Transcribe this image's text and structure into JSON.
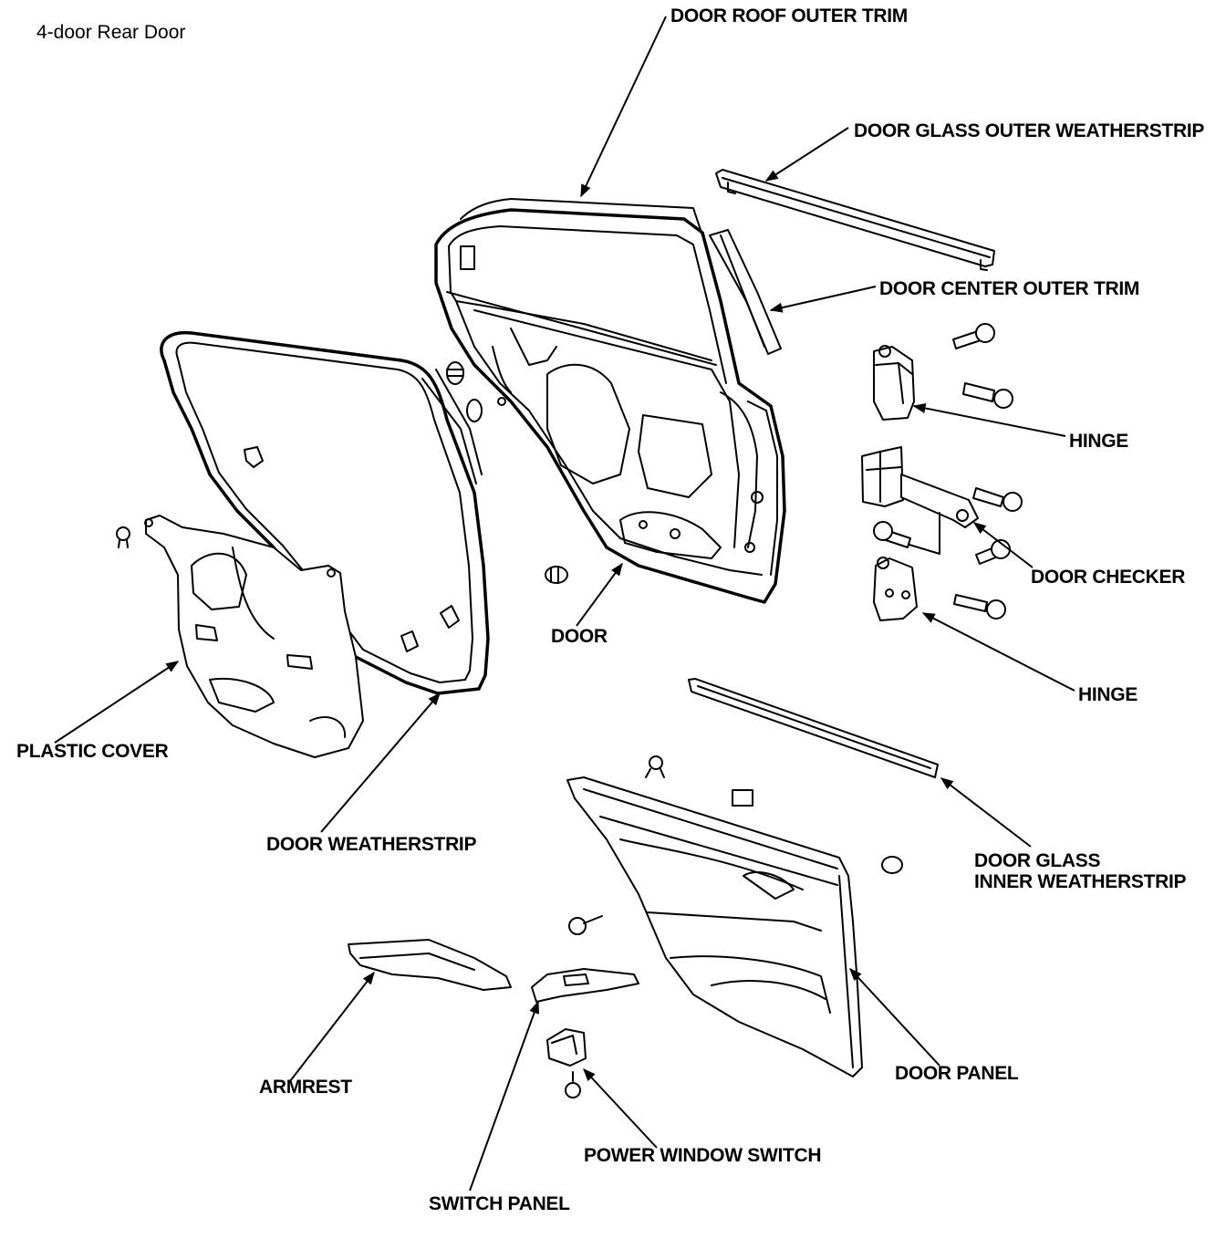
{
  "diagram": {
    "title": "4-door Rear Door",
    "labels": {
      "door_roof_outer_trim": "DOOR ROOF OUTER TRIM",
      "door_glass_outer_weatherstrip": "DOOR GLASS OUTER WEATHERSTRIP",
      "door_center_outer_trim": "DOOR CENTER OUTER TRIM",
      "hinge_upper": "HINGE",
      "door_checker": "DOOR CHECKER",
      "hinge_lower": "HINGE",
      "door": "DOOR",
      "plastic_cover": "PLASTIC COVER",
      "door_weatherstrip": "DOOR WEATHERSTRIP",
      "door_glass_inner_weatherstrip_line1": "DOOR GLASS",
      "door_glass_inner_weatherstrip_line2": "INNER WEATHERSTRIP",
      "door_panel": "DOOR PANEL",
      "armrest": "ARMREST",
      "power_window_switch": "POWER WINDOW SWITCH",
      "switch_panel": "SWITCH PANEL"
    }
  }
}
